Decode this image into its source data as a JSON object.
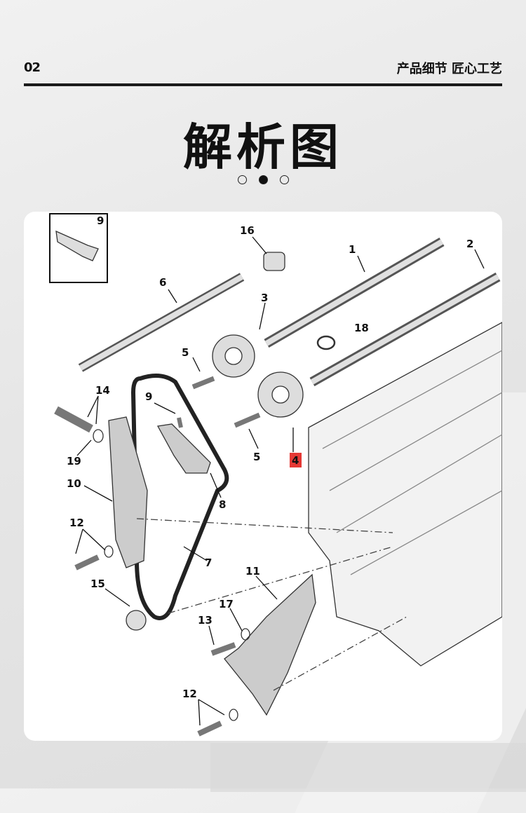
{
  "header": {
    "page_number": "02",
    "tagline": "产品细节 匠心工艺"
  },
  "title": "解析图",
  "pager": {
    "count": 3,
    "active": 1
  },
  "diagram": {
    "inset_label": "9",
    "callouts": [
      "16",
      "1",
      "2",
      "6",
      "3",
      "18",
      "5",
      "14",
      "9",
      "19",
      "10",
      "5",
      "4",
      "8",
      "12",
      "7",
      "15",
      "11",
      "17",
      "13",
      "12"
    ],
    "highlight_color": "#e53935"
  }
}
